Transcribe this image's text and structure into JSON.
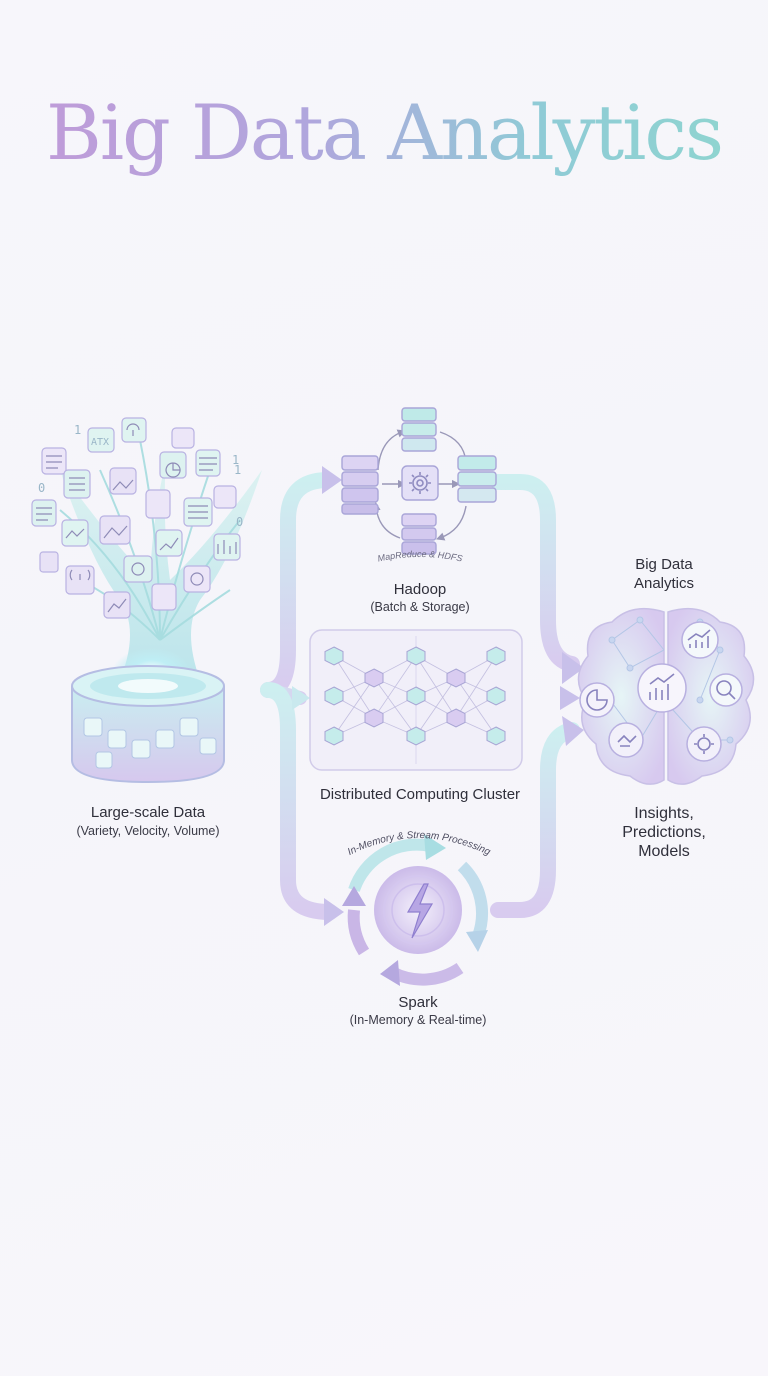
{
  "title": "Big Data Analytics",
  "source": {
    "name": "Large-scale Data",
    "subtitle": "(Variety, Velocity, Volume)"
  },
  "hadoop": {
    "name": "Hadoop",
    "subtitle": "(Batch & Storage)",
    "ring_text": "MapReduce & HDFS"
  },
  "cluster": {
    "name": "Distributed Computing Cluster"
  },
  "spark": {
    "name": "Spark",
    "subtitle": "(In-Memory & Real-time)",
    "arc_text": "In-Memory & Stream Processing"
  },
  "analytics": {
    "name_line1": "Big Data",
    "name_line2": "Analytics",
    "outputs": [
      "Insights,",
      "Predictions,",
      "Models"
    ]
  },
  "source_icons": [
    "ATX",
    "1",
    "1",
    "0",
    "1",
    "0"
  ],
  "colors": {
    "teal": "#9fdadb",
    "lavender": "#c6b5e6",
    "mint": "#bfeee8",
    "ink": "#6c6a8e"
  }
}
